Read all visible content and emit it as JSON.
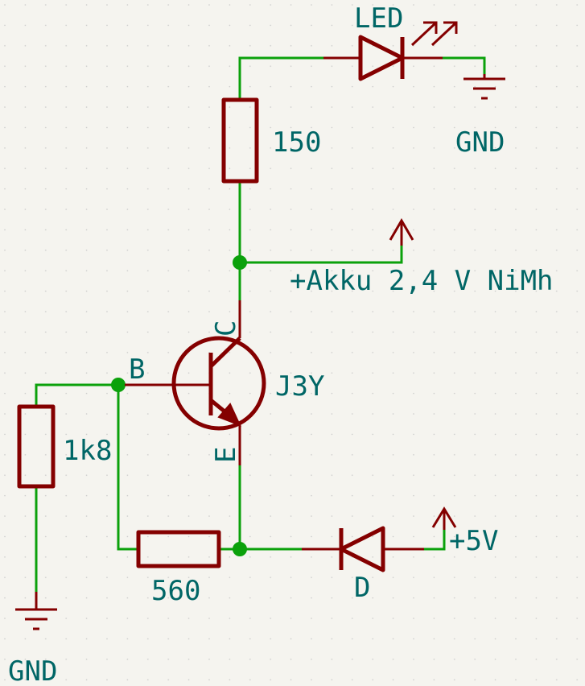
{
  "components": {
    "led": {
      "label": "LED"
    },
    "gnd_top": {
      "label": "GND"
    },
    "r_collector": {
      "label": "150"
    },
    "supply_akku": {
      "label": "+Akku 2,4 V NiMh"
    },
    "transistor": {
      "label": "J3Y",
      "pin_c": "C",
      "pin_b": "B",
      "pin_e": "E"
    },
    "r_base": {
      "label": "1k8"
    },
    "r_emitter": {
      "label": "560"
    },
    "diode": {
      "label": "D"
    },
    "supply_5v": {
      "label": "+5V"
    },
    "gnd_bottom": {
      "label": "GND"
    }
  },
  "colors": {
    "background": "#f5f4ef",
    "wire": "#0ba10b",
    "component": "#840000",
    "label": "#006666"
  }
}
